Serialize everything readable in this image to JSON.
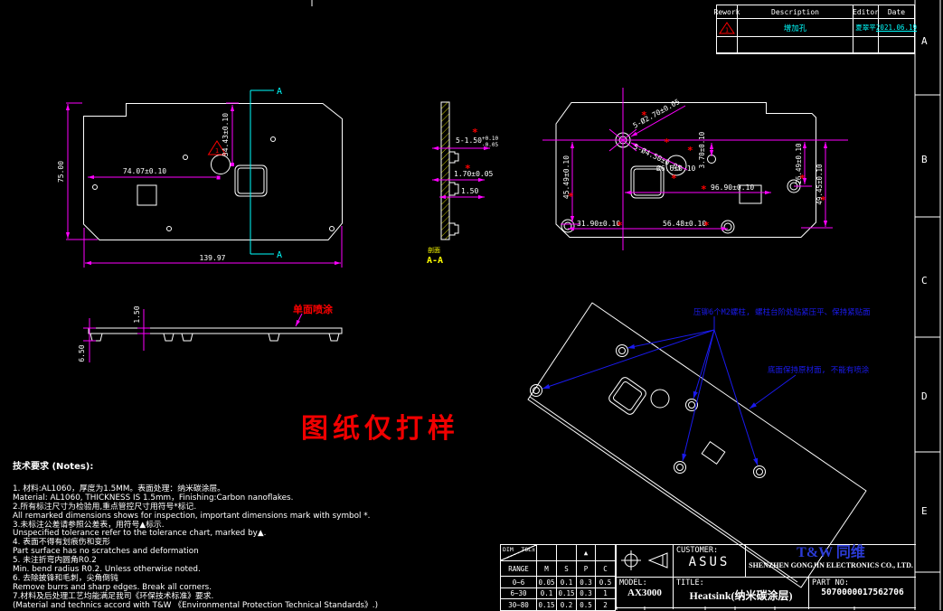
{
  "symbols": {
    "star": "*",
    "rev_mark": "1",
    "tol_mark": "▲"
  },
  "revision_table": {
    "headers": {
      "rework": "Rework",
      "description": "Description",
      "editor": "Editor",
      "date": "Date"
    },
    "row": {
      "description": "增加孔",
      "editor": "夏翠平",
      "date": "2021.06.19"
    }
  },
  "zones": {
    "a": "A",
    "b": "B",
    "c": "C",
    "d": "D",
    "e": "E"
  },
  "stamp": "图纸仅打样",
  "front_view": {
    "dim_height": "75.00",
    "dim_width": "139.97",
    "dim_x": "74.07±0.10",
    "dim_y": "34.43±0.10",
    "section_label": "A"
  },
  "section_view": {
    "label_cn": "剖面",
    "label": "A-A",
    "dim1": "5-1.50",
    "dim1_tol_up": "+0.10",
    "dim1_tol_dn": "-0.05",
    "dim2": "1.70±0.05",
    "dim3": "1.50"
  },
  "back_view": {
    "holes_small": "5-Ø2.70±0.05",
    "holes_big": "5-Ø4.50±0.05",
    "dim_circle": "Ø6.6±0.10",
    "dim_offset": "3.70±0.10",
    "dim_mid": "96.90±0.10",
    "dim_left": "45.49±0.10",
    "dim_right1": "26.49±0.10",
    "dim_right2": "49.45±0.10",
    "dim_bottom1": "31.90±0.10",
    "dim_bottom2": "56.48±0.10"
  },
  "profile_view": {
    "dim_thickness": "1.50",
    "dim_height": "6.50",
    "coating_note": "单面喷涂"
  },
  "iso_view": {
    "note_rivets": "压铆6个M2螺柱, 螺柱台阶处贴紧压平、保持紧贴面",
    "note_surface": "底面保持原材面, 不能有喷涂"
  },
  "notes": {
    "title": "技术要求 (Notes):",
    "lines": [
      "1. 材料:AL1060，厚度为1.5MM。表面处理：纳米碳涂层。",
      "Material: AL1060, THICKNESS IS 1.5mm，Finishing:Carbon nanoflakes.",
      "2.所有标注尺寸为检验用,重点管控尺寸用符号*标记.",
      "All remarked dimensions shows for inspection, important dimensions mark with symbol *.",
      "3.未标注公差请参照公差表，用符号▲标示.",
      "Unspecified tolerance refer to the tolerance chart, marked by▲.",
      "4. 表面不得有划痕伤和变形",
      "Part surface has no scratches and deformation",
      "5. 未注折弯内圆角R0.2",
      "Min. bend radius R0.2. Unless otherwise noted.",
      "6. 去除披锋和毛刺，尖角倒钝",
      "Remove burrs and sharp edges. Break all corners.",
      "7.材料及后处理工艺均能满足我司《环保技术标准》要求.",
      "(Material and technics accord with T&W 《Environmental Protection Technical Standards》.)"
    ]
  },
  "title_block": {
    "tol": {
      "dim": "DIM",
      "tol": "TOL±",
      "range": "RANGE",
      "c1": "M",
      "c2": "S",
      "c3": "P",
      "c4": "C",
      "rows": [
        [
          "0~6",
          "0.05",
          "0.1",
          "0.3",
          "0.5"
        ],
        [
          "6~30",
          "0.1",
          "0.15",
          "0.3",
          "1"
        ],
        [
          "30~80",
          "0.15",
          "0.2",
          "0.5",
          "2"
        ]
      ]
    },
    "customer_label": "CUSTOMER:",
    "customer": "ASUS",
    "logo": "T&W 同维",
    "company": "SHENZHEN GONGJIN ELECTRONICS CO., LTD.",
    "model_label": "MODEL:",
    "model": "AX3000",
    "title_label": "TITLE:",
    "title": "Heatsink(纳米碳涂层)",
    "part_label": "PART NO:",
    "part_no": "5070000017562706"
  }
}
